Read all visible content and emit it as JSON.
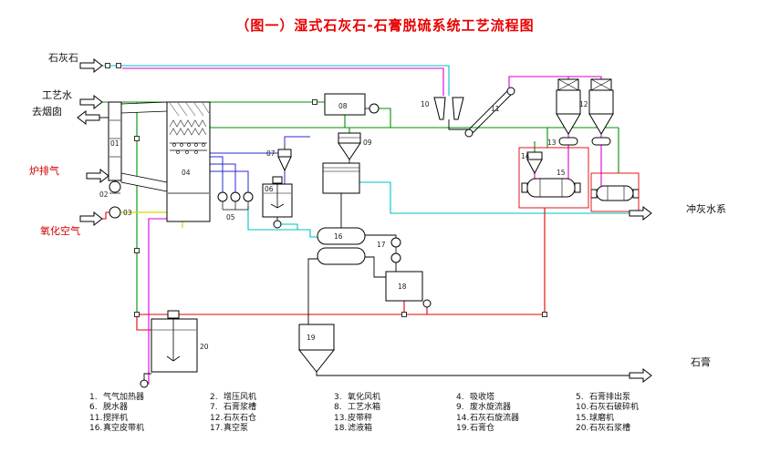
{
  "title": "（图一）湿式石灰石-石膏脱硫系统工艺流程图",
  "stream_labels": {
    "limestone": "石灰石",
    "process_water": "工艺水",
    "to_chimney": "去烟囱",
    "boiler_exhaust": "炉排气",
    "oxidation_air": "氧化空气",
    "ash_flush_water": "冲灰水系",
    "gypsum": "石膏"
  },
  "tags": {
    "t01": "01",
    "t02": "02",
    "t03": "03",
    "t04": "04",
    "t05": "05",
    "t06": "06",
    "t07": "07",
    "t08": "08",
    "t09": "09",
    "t10": "10",
    "t11": "11",
    "t12": "12",
    "t13": "13",
    "t14": "14",
    "t15": "15",
    "t16": "16",
    "t17": "17",
    "t18": "18",
    "t19": "19",
    "t20": "20"
  },
  "legend": [
    {
      "no": "1.",
      "name": "气气加热器"
    },
    {
      "no": "2.",
      "name": "增压风机"
    },
    {
      "no": "3.",
      "name": "氧化风机"
    },
    {
      "no": "4.",
      "name": "吸收塔"
    },
    {
      "no": "5.",
      "name": "石膏排出泵"
    },
    {
      "no": "6.",
      "name": "脱水器"
    },
    {
      "no": "7.",
      "name": "石膏浆槽"
    },
    {
      "no": "8.",
      "name": "工艺水箱"
    },
    {
      "no": "9.",
      "name": "废水旋流器"
    },
    {
      "no": "10.",
      "name": "石灰石破碎机"
    },
    {
      "no": "11.",
      "name": "搅拌机"
    },
    {
      "no": "12.",
      "name": "石灰石仓"
    },
    {
      "no": "13.",
      "name": "皮带秤"
    },
    {
      "no": "14.",
      "name": "石灰石旋流器"
    },
    {
      "no": "15.",
      "name": "球磨机"
    },
    {
      "no": "16.",
      "name": "真空皮带机"
    },
    {
      "no": "17.",
      "name": "真空泵"
    },
    {
      "no": "18.",
      "name": "滤液箱"
    },
    {
      "no": "19.",
      "name": "石膏仓"
    },
    {
      "no": "20.",
      "name": "石灰石浆槽"
    }
  ],
  "colors": {
    "title": "#e80000",
    "line_cyan": "#00c2c2",
    "line_green": "#009100",
    "line_red": "#e00000",
    "line_magenta": "#d400d4",
    "line_blue": "#2a2ad0",
    "line_yellow": "#d8d800"
  }
}
